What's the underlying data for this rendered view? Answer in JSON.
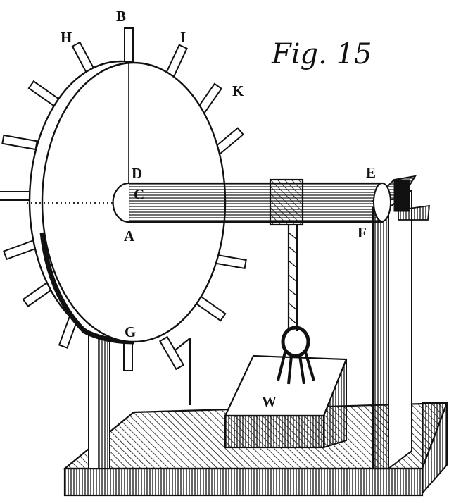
{
  "figure": {
    "title": "Fig. 15",
    "labels": {
      "A": "A",
      "B": "B",
      "C": "C",
      "D": "D",
      "E": "E",
      "F": "F",
      "G": "G",
      "H": "H",
      "I": "I",
      "K": "K",
      "W": "W"
    }
  }
}
